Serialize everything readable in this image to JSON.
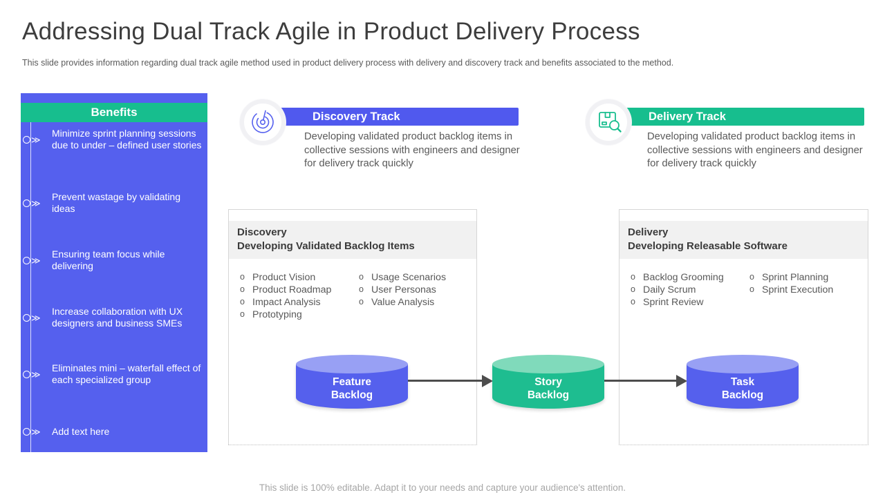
{
  "slide": {
    "title": "Addressing Dual Track Agile in Product Delivery Process",
    "subtitle": "This slide provides information regarding dual track agile method used in product delivery process with delivery and discovery track and benefits associated to the method.",
    "footer": "This slide is 100% editable. Adapt it to your needs and capture your audience's attention."
  },
  "colors": {
    "accent_blue": "#5560ee",
    "accent_green": "#17be8e",
    "cylinder_blue_top": "#98a0f4",
    "cylinder_green_top": "#80dabb",
    "arrow_gray": "#4d4d4d"
  },
  "benefits": {
    "header": "Benefits",
    "items": [
      "Minimize sprint planning sessions due to under – defined user stories",
      "Prevent wastage by validating ideas",
      "Ensuring team focus while delivering",
      "Increase collaboration with UX designers and business SMEs",
      "Eliminates mini – waterfall effect of each specialized group",
      "Add text here"
    ]
  },
  "discovery_track": {
    "title": "Discovery Track",
    "description": "Developing validated product backlog items in collective sessions with engineers and designer for delivery track quickly",
    "icon": "radar-target-icon"
  },
  "delivery_track": {
    "title": "Delivery Track",
    "description": "Developing validated product backlog items in collective sessions with engineers and designer for delivery track quickly",
    "icon": "package-magnifier-icon"
  },
  "discovery_panel": {
    "heading_line1": "Discovery",
    "heading_line2": "Developing Validated Backlog Items",
    "column1": [
      "Product Vision",
      "Product Roadmap",
      "Impact Analysis",
      "Prototyping"
    ],
    "column2": [
      "Usage Scenarios",
      "User Personas",
      "Value Analysis"
    ]
  },
  "delivery_panel": {
    "heading_line1": "Delivery",
    "heading_line2": "Developing Releasable Software",
    "column1": [
      "Backlog Grooming",
      "Daily Scrum",
      "Sprint Review"
    ],
    "column2": [
      "Sprint Planning",
      "Sprint Execution"
    ]
  },
  "backlog_flow": {
    "cylinders": [
      {
        "line1": "Feature",
        "line2": "Backlog",
        "color": "#5560ed"
      },
      {
        "line1": "Story",
        "line2": "Backlog",
        "color": "#1ebd90"
      },
      {
        "line1": "Task",
        "line2": "Backlog",
        "color": "#5560ed"
      }
    ]
  }
}
